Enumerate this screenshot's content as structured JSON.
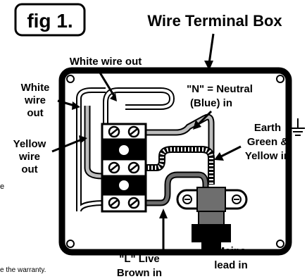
{
  "figure": {
    "tag": "fig 1.",
    "title": "Wire Terminal Box"
  },
  "labels": {
    "white_wire_out_top": "White wire out",
    "white_wire_out_left": [
      "White",
      "wire",
      "out"
    ],
    "yellow_wire_out": [
      "Yellow",
      "wire",
      "out"
    ],
    "neutral": [
      "\"N\" = Neutral",
      "(Blue) in"
    ],
    "earth": [
      "Earth",
      "Green &",
      "Yellow in"
    ],
    "live": [
      "\"L\" Live",
      "Brown in"
    ],
    "mains": [
      "Mains",
      "lead in"
    ]
  },
  "page_fragments": {
    "left_edge_char": "e",
    "bottom_text": "e the warranty."
  },
  "icons": {
    "earth_symbol": "earth-ground-icon"
  },
  "colors": {
    "ink": "#000000",
    "wire_grey": "#bdbdbd",
    "wire_dark": "#6e6e6e",
    "paper": "#ffffff"
  }
}
